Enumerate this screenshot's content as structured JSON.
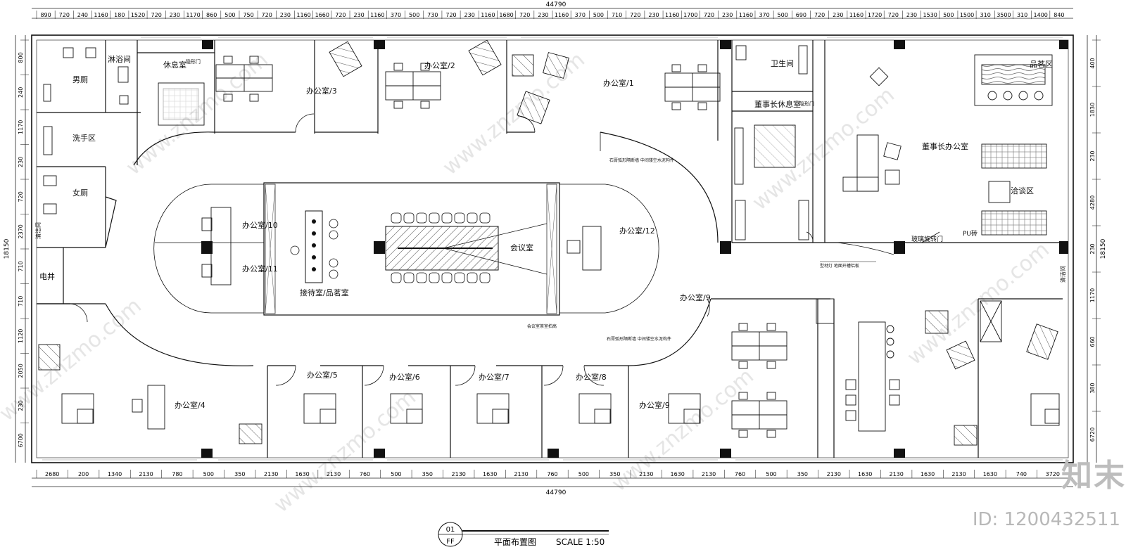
{
  "dimensions": {
    "total": "44790",
    "top": [
      "890",
      "720",
      "240",
      "1160",
      "180",
      "1520",
      "720",
      "230",
      "1170",
      "860",
      "500",
      "750",
      "720",
      "230",
      "1160",
      "1660",
      "720",
      "230",
      "1160",
      "370",
      "500",
      "730",
      "720",
      "230",
      "1160",
      "1680",
      "720",
      "230",
      "1160",
      "370",
      "500",
      "710",
      "720",
      "230",
      "1160",
      "1700",
      "720",
      "230",
      "1160",
      "370",
      "500",
      "690",
      "720",
      "230",
      "1160",
      "1720",
      "720",
      "230",
      "1530",
      "500",
      "1500",
      "310",
      "3500",
      "310",
      "1400",
      "840"
    ],
    "bottom": [
      "2680",
      "200",
      "1340",
      "2130",
      "780",
      "500",
      "350",
      "2130",
      "1630",
      "2130",
      "760",
      "500",
      "350",
      "2130",
      "1630",
      "2130",
      "760",
      "500",
      "350",
      "2130",
      "1630",
      "2130",
      "760",
      "500",
      "350",
      "2130",
      "1630",
      "2130",
      "1630",
      "2130",
      "1630",
      "740",
      "3720"
    ],
    "left": [
      "800",
      "240",
      "1170",
      "230",
      "720",
      "2370",
      "710",
      "710",
      "1120",
      "2050",
      "230",
      "6700"
    ],
    "left_total": "18150",
    "right": [
      "400",
      "1830",
      "230",
      "4280",
      "230",
      "1170",
      "660",
      "380",
      "6720"
    ],
    "right_total": "18150"
  },
  "rooms": {
    "mens_toilet": "男厕",
    "shower": "淋浴间",
    "lounge": "休息室",
    "hidden_door_1": "隐形门",
    "handwash": "洗手区",
    "womens_toilet": "女厕",
    "janitor": "清洁间",
    "elec_shaft": "电井",
    "office_1": "办公室/1",
    "office_2": "办公室/2",
    "office_3": "办公室/3",
    "office_4": "办公室/4",
    "office_5": "办公室/5",
    "office_6": "办公室/6",
    "office_7": "办公室/7",
    "office_8": "办公室/8",
    "office_9": "办公室/9",
    "office_9b": "办公室/9",
    "office_10": "办公室/10",
    "office_11": "办公室/11",
    "office_12": "办公室/12",
    "reception": "接待室/品茗室",
    "meeting": "会议室",
    "restroom": "卫生间",
    "chairman_lounge": "董事长休息室",
    "hidden_door_2": "隐形门",
    "chairman_office": "董事长办公室",
    "tea_area": "品茗区",
    "negotiation": "洽谈区",
    "glass_door": "玻璃旋转门",
    "pu_brick": "PU砖",
    "janitor_2": "清洁间"
  },
  "notes": {
    "partition_upper": "石膏弧形隔断墙 中间镂空水泥构件",
    "partition_lower": "石膏弧形隔断墙 中间镂空水泥构件",
    "meeting_door": "会议室茶室拍高",
    "floor_light": "型材灯 地面开槽铝板"
  },
  "title_block": {
    "number": "01",
    "sheet": "FF",
    "title": "平面布置图",
    "scale": "SCALE 1:50"
  },
  "watermark": {
    "site": "www.znzmo.com",
    "brand": "知末",
    "id": "ID: 1200432511"
  }
}
